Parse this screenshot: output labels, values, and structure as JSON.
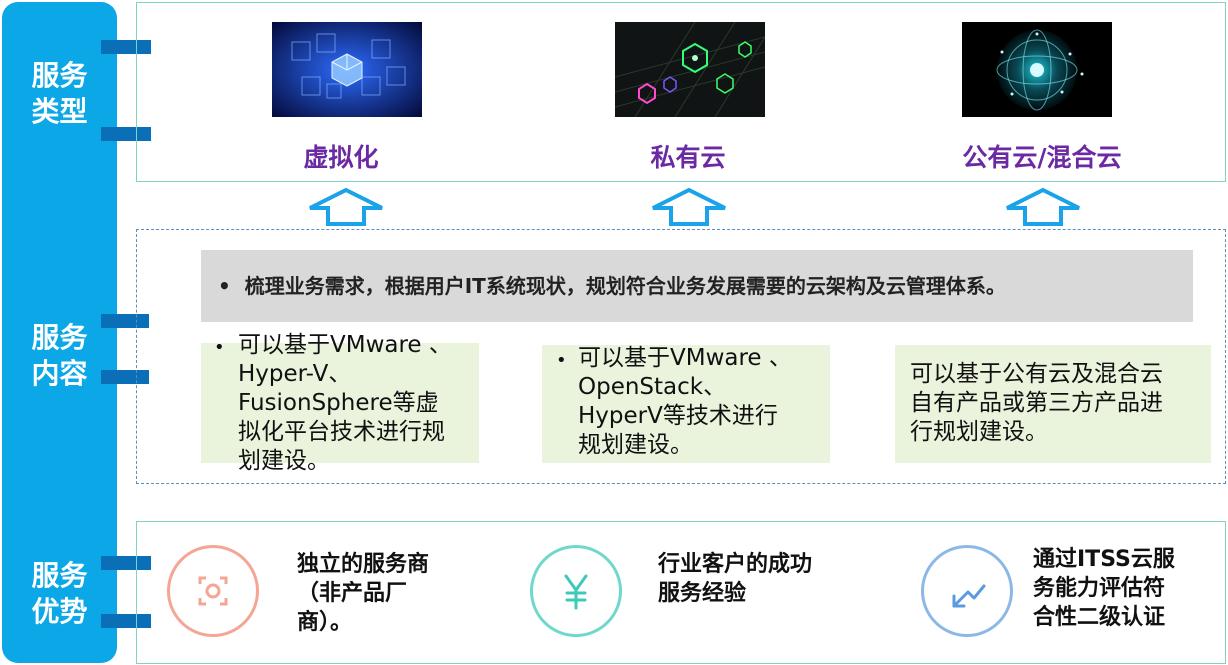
{
  "sidebar": {
    "service_type": [
      "服务",
      "类型"
    ],
    "service_content": [
      "服务",
      "内容"
    ],
    "service_advantage": [
      "服务",
      "优势"
    ]
  },
  "service_types": [
    {
      "label": "虚拟化"
    },
    {
      "label": "私有云"
    },
    {
      "label": "公有云/混合云"
    }
  ],
  "content": {
    "banner_bullet": "•",
    "banner": "梳理业务需求，根据用户IT系统现状，规划符合业务发展需要的云架构及云管理体系。",
    "boxes": [
      {
        "bullet": "•",
        "lines": [
          "可以基于VMware 、",
          "Hyper-V、",
          "FusionSphere等虚",
          "拟化平台技术进行规",
          "划建设。"
        ]
      },
      {
        "bullet": "•",
        "lines": [
          "可以基于VMware 、",
          "OpenStack、",
          "HyperV等技术进行",
          "规划建设。"
        ]
      },
      {
        "bullet": "",
        "lines": [
          "可以基于公有云及混合云",
          "自有产品或第三方产品进",
          "行规划建设。"
        ]
      }
    ]
  },
  "advantages": [
    {
      "icon": "focus-icon",
      "color": "#f4a594",
      "lines": [
        "独立的服务商",
        "（非产品厂",
        "商）。"
      ]
    },
    {
      "icon": "yen-icon",
      "color": "#6fd8cc",
      "lines": [
        "行业客户的成功",
        "服务经验"
      ]
    },
    {
      "icon": "trend-down-icon",
      "color": "#8cb8e8",
      "lines": [
        "通过ITSS云服",
        "务能力评估符",
        "合性二级认证"
      ]
    }
  ]
}
